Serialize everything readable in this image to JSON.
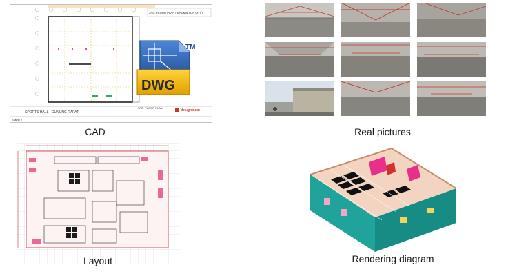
{
  "captions": {
    "cad": "CAD",
    "real": "Real pictures",
    "layout": "Layout",
    "render": "Rendering diagram"
  },
  "cad_sheet": {
    "plan_title": "3RD. FLOOR PLAN ( BADMINTON CRT.)",
    "footer_title": "SPORTS HALL - GUNUNG RAPAT",
    "footer_plan": "3RD. FLOOR PLAN",
    "brand": "designteam",
    "sheet_no": "Gamb 2"
  },
  "dwg_icon": {
    "label": "DWG",
    "trademark": "TM",
    "colors": {
      "blue": "#2f5fa8",
      "gold": "#f2b705",
      "dark": "#2b2b2b"
    }
  },
  "photos": {
    "count": 9,
    "scenes": [
      "warehouse-interior",
      "warehouse-interior",
      "warehouse-interior",
      "warehouse-interior",
      "warehouse-interior",
      "warehouse-interior",
      "warehouse-exterior",
      "warehouse-interior",
      "warehouse-interior"
    ]
  },
  "rendering": {
    "colors": {
      "wall": "#1fa39b",
      "floor": "#f3d4c0",
      "accent": "#e8308a",
      "trampoline": "#111111"
    }
  }
}
